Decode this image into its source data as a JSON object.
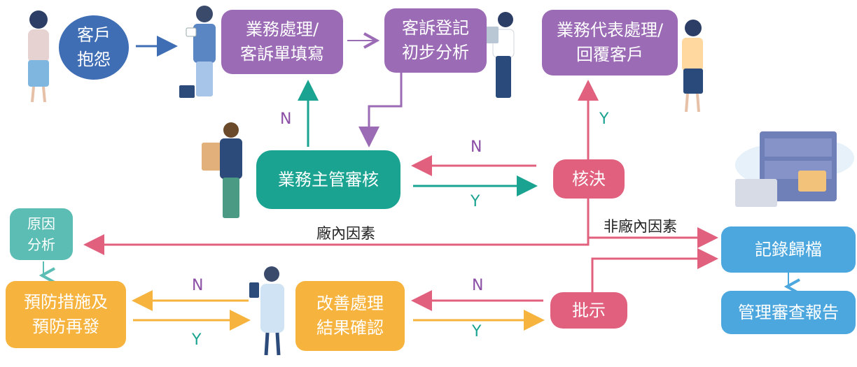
{
  "nodes": {
    "complaint": [
      "客戶",
      "抱怨"
    ],
    "handle_fill": [
      "業務處理/",
      "客訴單填寫"
    ],
    "register": [
      "客訴登記",
      "初步分析"
    ],
    "rep_reply": [
      "業務代表處理/",
      "回覆客戶"
    ],
    "supervisor": "業務主管審核",
    "decide": "核決",
    "cause": [
      "原因",
      "分析"
    ],
    "prevent": [
      "預防措施及",
      "預防再發"
    ],
    "confirm": [
      "改善處理",
      "結果確認"
    ],
    "approve": "批示",
    "archive": "記錄歸檔",
    "report": "管理審查報告"
  },
  "labels": {
    "n1": "N",
    "y1": "Y",
    "n2": "N",
    "y2": "Y",
    "internal": "廠內因素",
    "external": "非廠內因素",
    "n3": "N",
    "y3": "Y",
    "n4": "N",
    "y4": "Y"
  },
  "colors": {
    "purple": "#9b6bb5",
    "teal": "#1aa391",
    "pink": "#e0607e",
    "orange": "#f6b33e",
    "mint": "#5bbdb3",
    "blue": "#4ba7de",
    "navy": "#3f6eb4"
  },
  "illustrations": [
    "woman-on-phone",
    "man-with-briefcase",
    "woman-with-tablet",
    "woman-with-phone",
    "man-holding-folder",
    "cloud-filing-cabinet",
    "doctor-with-tablet"
  ]
}
